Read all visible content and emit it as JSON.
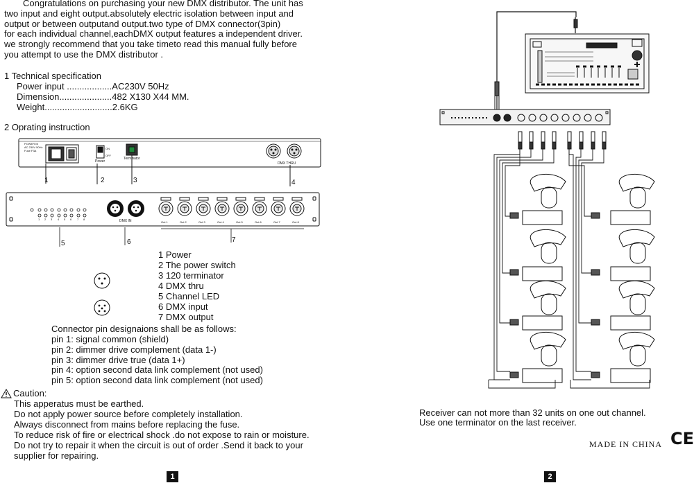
{
  "intro": {
    "lines": [
      "Congratulations on purchasing your new DMX distributor. The unit has",
      "two input and eight output.absolutely electric isolation between input and",
      "output or between outputand output.two type of DMX connector(3pin)",
      "for each individual channel,eachDMX output features a independent driver.",
      "we strongly recommend that you take timeto read this manual fully before",
      "you attempt to use the DMX distributor ."
    ]
  },
  "spec": {
    "heading": "1  Technical  specification",
    "items": [
      "Power input ..................AC230V   50Hz",
      "Dimension.....................482 X130 X44 MM.",
      "Weight...........................2.6KG"
    ]
  },
  "operating": {
    "heading": "2  Oprating instruction"
  },
  "callouts": [
    "1",
    "2",
    "3",
    "4",
    "5",
    "6",
    "7"
  ],
  "panel_labels": {
    "power_in": "POWER IN",
    "voltage": "AC 230V 50Hz",
    "fuse": "Fuse F3A",
    "power": "Power",
    "on": "ON",
    "off": "OFF",
    "terminator": "Terminator",
    "dmx_thru": "DMX THRU",
    "dmx_in": "DMX IN",
    "outputs": [
      "Out 1",
      "Out 2",
      "Out 3",
      "Out 4",
      "Out 5",
      "Out 6",
      "Out 7",
      "Out 8"
    ],
    "led_numbers": [
      "1",
      "2",
      "3",
      "4",
      "5",
      "6",
      "7",
      "8"
    ]
  },
  "legend": {
    "items": [
      "1 Power",
      "2 The  power  switch",
      "3 120 terminator",
      "4 DMX thru",
      "5 Channel LED",
      "6 DMX input",
      "7 DMX output"
    ]
  },
  "pins": {
    "heading": "Connector pin designaions shall be as follows:",
    "items": [
      "pin 1: signal common (shield)",
      "pin 2: dimmer drive complement  (data 1-)",
      "pin 3: dimmer drive true (data 1+)",
      "pin 4: option second data link complement (not used)",
      "pin 5: option second data link complement (not used)"
    ]
  },
  "caution": {
    "heading": "Caution:",
    "lines": [
      "This apperatus must be earthed.",
      "Do not apply power source before completely installation.",
      "Always disconnect from mains before replacing the fuse.",
      "To reduce risk of fire or electrical shock .do not expose to rain or moisture.",
      "Do not try to repair it when the circuit is out of order .Send it back to your",
      "supplier for repairing."
    ]
  },
  "receiver_note": {
    "lines": [
      "Receiver can not more than 32 units on one out channel.",
      "Use one terminator on the last receiver."
    ]
  },
  "footer": {
    "made_in": "MADE IN CHINA",
    "ce_mark": "CE",
    "page_left": "1",
    "page_right": "2"
  },
  "icons": [
    "warning-triangle-icon",
    "xlr-3pin-icon",
    "xlr-5pin-icon",
    "ce-mark-icon"
  ]
}
